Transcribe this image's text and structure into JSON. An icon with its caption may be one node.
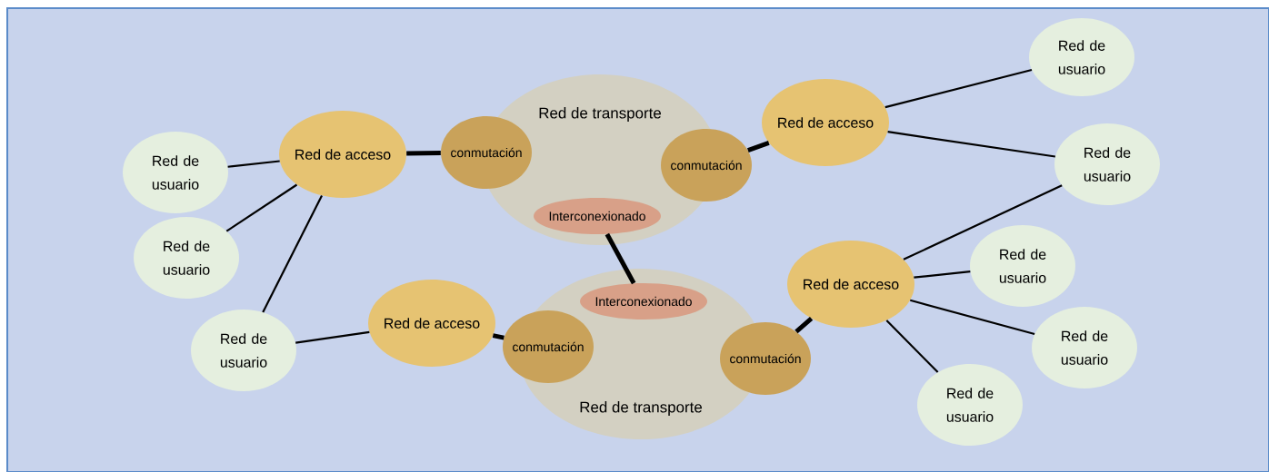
{
  "diagram": {
    "nodes": [
      {
        "text": [
          "Red de transporte"
        ]
      },
      {
        "text": [
          "conmutación"
        ]
      },
      {
        "text": [
          "conmutación"
        ]
      },
      {
        "text": [
          "Interconexionado"
        ],
        "in": 0
      },
      {
        "text": [
          "Red de acceso"
        ]
      },
      {
        "text": [
          "Red de acceso"
        ]
      },
      {
        "text": [
          "Red de usuario"
        ]
      },
      {
        "text": [
          "Red de usuario"
        ]
      },
      {
        "text": [
          "Red de usuario"
        ]
      },
      {
        "text": [
          "Red de usuario"
        ]
      },
      {
        "text": [
          "Red de transporte"
        ]
      },
      {
        "text": [
          "Interconexionado"
        ],
        "in": 10
      },
      {
        "text": [
          "conmutación"
        ]
      },
      {
        "text": [
          "conmutación"
        ]
      },
      {
        "text": [
          "Red de acceso"
        ]
      },
      {
        "text": [
          "Red de acceso"
        ]
      },
      {
        "text": [
          "Red de usuario"
        ]
      },
      {
        "text": [
          "Red de usuario"
        ]
      },
      {
        "text": [
          "Red de usuario"
        ]
      },
      {
        "text": [
          "Red de usuario"
        ]
      }
    ],
    "edges": [
      {
        "from": 4,
        "to": 7,
        "arrow": "none"
      },
      {
        "from": 4,
        "to": 9,
        "arrow": "none"
      },
      {
        "from": 4,
        "to": 17,
        "arrow": "none"
      },
      {
        "from": 4,
        "to": 1,
        "arrow": "none",
        "style": "thick"
      },
      {
        "from": 2,
        "to": 5,
        "arrow": "none",
        "style": "thick"
      },
      {
        "from": 5,
        "to": 6,
        "arrow": "none"
      },
      {
        "from": 5,
        "to": 8,
        "arrow": "none"
      },
      {
        "from": 3,
        "to": 11,
        "arrow": "none",
        "style": "thick"
      },
      {
        "from": 17,
        "to": 14,
        "arrow": "none"
      },
      {
        "from": 14,
        "to": 12,
        "arrow": "none",
        "style": "thick"
      },
      {
        "from": 13,
        "to": 15,
        "arrow": "none",
        "style": "thick"
      },
      {
        "from": 15,
        "to": 8,
        "arrow": "none"
      },
      {
        "from": 15,
        "to": 16,
        "arrow": "none"
      },
      {
        "from": 15,
        "to": 18,
        "arrow": "none"
      },
      {
        "from": 15,
        "to": 19,
        "arrow": "none"
      }
    ]
  }
}
